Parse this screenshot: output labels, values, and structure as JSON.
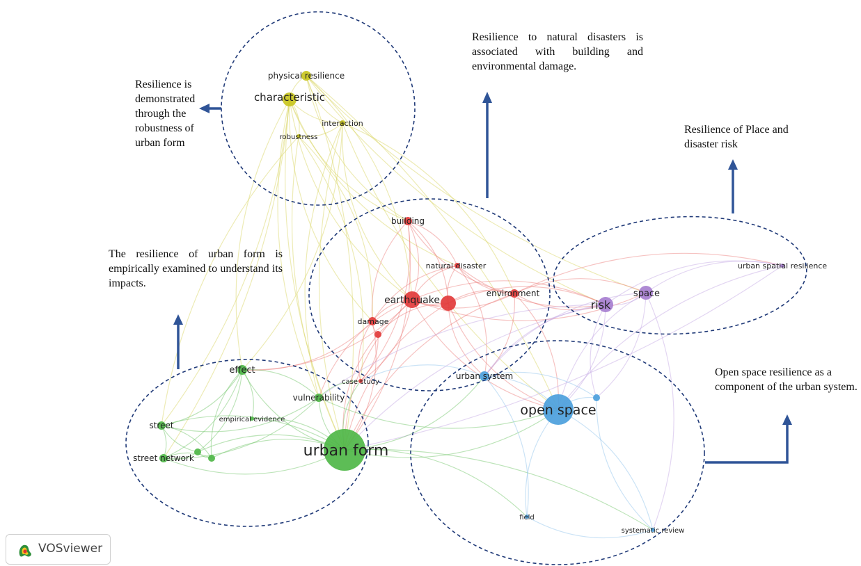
{
  "annotations": {
    "yellow": "Resilience is demonstrated through the robustness of urban form",
    "red": "Resilience to natural disasters is associated with building and environmental damage.",
    "purple": "Resilience of Place and disaster risk",
    "green": "The resilience of urban form is empirically examined to understand its impacts.",
    "blue": "Open space resilience as a component of the urban system."
  },
  "clusters": [
    {
      "id": "yellow",
      "color": "#c9c61f",
      "edge_color": "#d8d35a"
    },
    {
      "id": "red",
      "color": "#e23b3b",
      "edge_color": "#ec7b78"
    },
    {
      "id": "purple",
      "color": "#a77fd0",
      "edge_color": "#c2a4e3"
    },
    {
      "id": "green",
      "color": "#4fb748",
      "edge_color": "#6cc463"
    },
    {
      "id": "blue",
      "color": "#4c9fdc",
      "edge_color": "#8cc0ea"
    }
  ],
  "nodes": [
    {
      "id": "physical-resilience",
      "label": "physical resilience",
      "cluster": "yellow"
    },
    {
      "id": "characteristic",
      "label": "characteristic",
      "cluster": "yellow"
    },
    {
      "id": "interaction",
      "label": "interaction",
      "cluster": "yellow"
    },
    {
      "id": "robustness",
      "label": "robustness",
      "cluster": "yellow"
    },
    {
      "id": "building",
      "label": "building",
      "cluster": "red"
    },
    {
      "id": "natural-disaster",
      "label": "natural disaster",
      "cluster": "red"
    },
    {
      "id": "environment",
      "label": "environment",
      "cluster": "red"
    },
    {
      "id": "earthquake",
      "label": "earthquake",
      "cluster": "red"
    },
    {
      "id": "earthquake-2",
      "label": "",
      "cluster": "red"
    },
    {
      "id": "damage",
      "label": "damage",
      "cluster": "red"
    },
    {
      "id": "damage-2",
      "label": "",
      "cluster": "red"
    },
    {
      "id": "case-study",
      "label": "case study",
      "cluster": "red"
    },
    {
      "id": "risk",
      "label": "risk",
      "cluster": "purple"
    },
    {
      "id": "space",
      "label": "space",
      "cluster": "purple"
    },
    {
      "id": "urban-spatial-resilience",
      "label": "urban spatial resilience",
      "cluster": "purple"
    },
    {
      "id": "effect",
      "label": "effect",
      "cluster": "green"
    },
    {
      "id": "vulnerability",
      "label": "vulnerability",
      "cluster": "green"
    },
    {
      "id": "empirical-evidence",
      "label": "empirical evidence",
      "cluster": "green"
    },
    {
      "id": "street",
      "label": "street",
      "cluster": "green"
    },
    {
      "id": "street-network",
      "label": "street network",
      "cluster": "green"
    },
    {
      "id": "green-small-1",
      "label": "",
      "cluster": "green"
    },
    {
      "id": "green-small-2",
      "label": "",
      "cluster": "green"
    },
    {
      "id": "urban-form",
      "label": "urban form",
      "cluster": "green"
    },
    {
      "id": "urban-system",
      "label": "urban system",
      "cluster": "blue"
    },
    {
      "id": "open-space",
      "label": "open space",
      "cluster": "blue"
    },
    {
      "id": "blue-small-1",
      "label": "",
      "cluster": "blue"
    },
    {
      "id": "field",
      "label": "field",
      "cluster": "blue"
    },
    {
      "id": "systematic-review",
      "label": "systematic review",
      "cluster": "blue"
    }
  ],
  "edges": [
    [
      "characteristic",
      "physical-resilience"
    ],
    [
      "characteristic",
      "interaction"
    ],
    [
      "characteristic",
      "robustness"
    ],
    [
      "physical-resilience",
      "interaction"
    ],
    [
      "robustness",
      "interaction"
    ],
    [
      "characteristic",
      "building"
    ],
    [
      "characteristic",
      "earthquake"
    ],
    [
      "characteristic",
      "effect"
    ],
    [
      "characteristic",
      "urban-form"
    ],
    [
      "characteristic",
      "street"
    ],
    [
      "characteristic",
      "vulnerability"
    ],
    [
      "characteristic",
      "damage"
    ],
    [
      "characteristic",
      "natural-disaster"
    ],
    [
      "characteristic",
      "street-network"
    ],
    [
      "physical-resilience",
      "earthquake"
    ],
    [
      "physical-resilience",
      "risk"
    ],
    [
      "physical-resilience",
      "space"
    ],
    [
      "physical-resilience",
      "open-space"
    ],
    [
      "physical-resilience",
      "urban-form"
    ],
    [
      "physical-resilience",
      "building"
    ],
    [
      "interaction",
      "urban-form"
    ],
    [
      "interaction",
      "environment"
    ],
    [
      "interaction",
      "open-space"
    ],
    [
      "interaction",
      "earthquake"
    ],
    [
      "interaction",
      "effect"
    ],
    [
      "interaction",
      "vulnerability"
    ],
    [
      "robustness",
      "urban-form"
    ],
    [
      "robustness",
      "street"
    ],
    [
      "robustness",
      "case-study"
    ],
    [
      "robustness",
      "damage"
    ],
    [
      "building",
      "natural-disaster"
    ],
    [
      "building",
      "earthquake"
    ],
    [
      "building",
      "damage"
    ],
    [
      "building",
      "environment"
    ],
    [
      "building",
      "earthquake-2"
    ],
    [
      "building",
      "case-study"
    ],
    [
      "building",
      "urban-form"
    ],
    [
      "natural-disaster",
      "earthquake-2"
    ],
    [
      "natural-disaster",
      "earthquake"
    ],
    [
      "natural-disaster",
      "environment"
    ],
    [
      "natural-disaster",
      "damage"
    ],
    [
      "natural-disaster",
      "risk"
    ],
    [
      "natural-disaster",
      "urban-system"
    ],
    [
      "earthquake",
      "earthquake-2"
    ],
    [
      "earthquake",
      "damage"
    ],
    [
      "earthquake",
      "environment"
    ],
    [
      "earthquake",
      "case-study"
    ],
    [
      "earthquake",
      "urban-form"
    ],
    [
      "earthquake",
      "open-space"
    ],
    [
      "earthquake",
      "effect"
    ],
    [
      "earthquake",
      "risk"
    ],
    [
      "earthquake",
      "space"
    ],
    [
      "earthquake",
      "vulnerability"
    ],
    [
      "earthquake-2",
      "environment"
    ],
    [
      "earthquake-2",
      "damage-2"
    ],
    [
      "earthquake-2",
      "risk"
    ],
    [
      "earthquake-2",
      "open-space"
    ],
    [
      "earthquake-2",
      "urban-form"
    ],
    [
      "earthquake-2",
      "urban-system"
    ],
    [
      "damage",
      "damage-2"
    ],
    [
      "damage",
      "case-study"
    ],
    [
      "damage",
      "urban-form"
    ],
    [
      "damage",
      "effect"
    ],
    [
      "damage-2",
      "urban-form"
    ],
    [
      "damage-2",
      "case-study"
    ],
    [
      "environment",
      "risk"
    ],
    [
      "environment",
      "space"
    ],
    [
      "environment",
      "open-space"
    ],
    [
      "environment",
      "urban-system"
    ],
    [
      "environment",
      "urban-spatial-resilience"
    ],
    [
      "environment",
      "urban-form"
    ],
    [
      "risk",
      "space"
    ],
    [
      "risk",
      "urban-spatial-resilience"
    ],
    [
      "risk",
      "open-space"
    ],
    [
      "risk",
      "urban-system"
    ],
    [
      "risk",
      "blue-small-1"
    ],
    [
      "risk",
      "urban-form"
    ],
    [
      "risk",
      "vulnerability"
    ],
    [
      "space",
      "urban-spatial-resilience"
    ],
    [
      "space",
      "open-space"
    ],
    [
      "space",
      "blue-small-1"
    ],
    [
      "space",
      "urban-system"
    ],
    [
      "space",
      "systematic-review"
    ],
    [
      "urban-spatial-resilience",
      "open-space"
    ],
    [
      "urban-spatial-resilience",
      "urban-form"
    ],
    [
      "effect",
      "urban-form"
    ],
    [
      "effect",
      "vulnerability"
    ],
    [
      "effect",
      "street"
    ],
    [
      "effect",
      "street-network"
    ],
    [
      "effect",
      "empirical-evidence"
    ],
    [
      "effect",
      "green-small-1"
    ],
    [
      "effect",
      "green-small-2"
    ],
    [
      "vulnerability",
      "urban-form"
    ],
    [
      "vulnerability",
      "street-network"
    ],
    [
      "vulnerability",
      "street"
    ],
    [
      "vulnerability",
      "open-space"
    ],
    [
      "vulnerability",
      "case-study"
    ],
    [
      "street",
      "street-network"
    ],
    [
      "street",
      "urban-form"
    ],
    [
      "street",
      "green-small-1"
    ],
    [
      "street",
      "green-small-2"
    ],
    [
      "street-network",
      "urban-form"
    ],
    [
      "street-network",
      "green-small-1"
    ],
    [
      "street-network",
      "green-small-2"
    ],
    [
      "green-small-1",
      "urban-form"
    ],
    [
      "green-small-2",
      "urban-form"
    ],
    [
      "green-small-1",
      "green-small-2"
    ],
    [
      "empirical-evidence",
      "urban-form"
    ],
    [
      "urban-form",
      "open-space"
    ],
    [
      "urban-form",
      "urban-system"
    ],
    [
      "urban-form",
      "case-study"
    ],
    [
      "urban-form",
      "field"
    ],
    [
      "urban-form",
      "systematic-review"
    ],
    [
      "urban-system",
      "open-space"
    ],
    [
      "urban-system",
      "field"
    ],
    [
      "urban-system",
      "blue-small-1"
    ],
    [
      "urban-system",
      "case-study"
    ],
    [
      "open-space",
      "blue-small-1"
    ],
    [
      "open-space",
      "field"
    ],
    [
      "open-space",
      "systematic-review"
    ],
    [
      "blue-small-1",
      "systematic-review"
    ],
    [
      "field",
      "systematic-review"
    ]
  ],
  "logo": {
    "text": "VOSviewer",
    "icon": "vosviewer-logo-icon"
  }
}
